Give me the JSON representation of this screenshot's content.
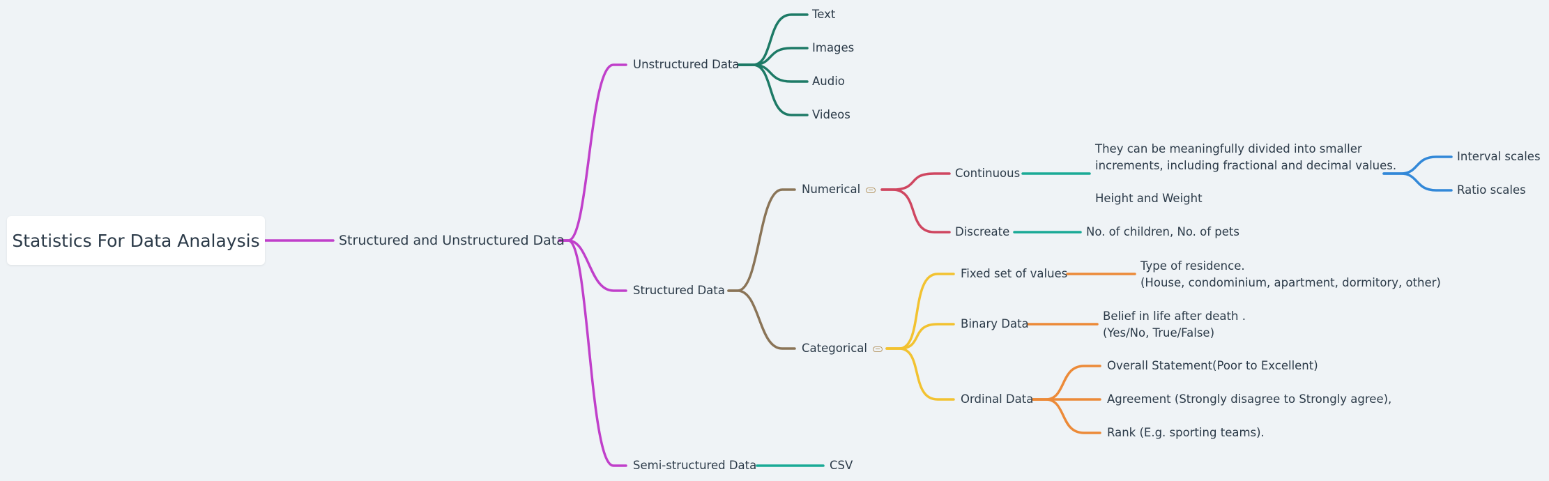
{
  "root": {
    "title": "Statistics For Data Analaysis"
  },
  "level1": {
    "label": "Structured and Unstructured Data"
  },
  "unstructured": {
    "label": "Unstructured Data",
    "items": [
      "Text",
      "Images",
      "Audio",
      "Videos"
    ]
  },
  "structured": {
    "label": "Structured  Data",
    "numerical": {
      "label": "Numerical",
      "continuous": {
        "label": "Continuous",
        "desc_line1": "They can be meaningfully divided into smaller",
        "desc_line2": "increments, including fractional and decimal values.",
        "example": "Height  and Weight",
        "scales": [
          "Interval scales",
          "Ratio scales"
        ]
      },
      "discreate": {
        "label": "Discreate",
        "desc": "No. of children, No. of pets"
      }
    },
    "categorical": {
      "label": "Categorical",
      "fixed": {
        "label": "Fixed set of values",
        "line1": "Type of residence.",
        "line2": "(House, condominium, apartment,  dormitory, other)"
      },
      "binary": {
        "label": "Binary Data",
        "line1": "Belief in life after death .",
        "line2": "(Yes/No, True/False)"
      },
      "ordinal": {
        "label": "Ordinal Data",
        "items": [
          "Overall Statement(Poor to Excellent)",
          "Agreement (Strongly disagree to Strongly agree),",
          "Rank (E.g. sporting teams)."
        ]
      }
    }
  },
  "semi": {
    "label": "Semi-structured Data",
    "item": "CSV"
  },
  "colors": {
    "purple": "#c03fca",
    "teal_dark": "#1d7a66",
    "brown": "#8a7457",
    "red": "#cf4660",
    "teal": "#1aaa96",
    "blue": "#3288d8",
    "yellow": "#f2c230",
    "orange": "#ec8a38"
  }
}
